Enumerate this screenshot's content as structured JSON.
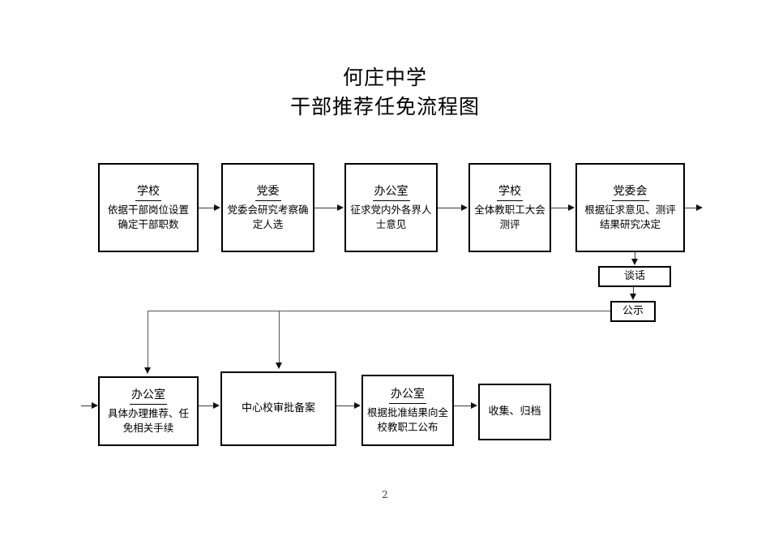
{
  "document": {
    "title_lines": [
      "何庄中学",
      "干部推荐任免流程图"
    ],
    "page_number": "2"
  },
  "flowchart": {
    "type": "flowchart",
    "orientation": "left-to-right, wrapping",
    "line_color": "#3a3a3a",
    "box_border_color": "#000000",
    "background": "#ffffff",
    "nodes": [
      {
        "id": "n1",
        "head": "学校",
        "body": "依据干部岗位设置确定干部职数",
        "row": "top"
      },
      {
        "id": "n2",
        "head": "党委",
        "body": "党委会研究考察确定人选",
        "row": "top"
      },
      {
        "id": "n3",
        "head": "办公室",
        "body": "征求党内外各界人士意见",
        "row": "top"
      },
      {
        "id": "n4",
        "head": "学校",
        "body": "全体教职工大会测评",
        "row": "top"
      },
      {
        "id": "n5",
        "head": "党委会",
        "body": "根据征求意见、测评结果研究决定",
        "row": "top"
      },
      {
        "id": "n6",
        "head": "",
        "body": "谈话",
        "row": "middle"
      },
      {
        "id": "n7",
        "head": "",
        "body": "公示",
        "row": "middle"
      },
      {
        "id": "n8",
        "head": "办公室",
        "body": "具体办理推荐、任免相关手续",
        "row": "bottom"
      },
      {
        "id": "n9",
        "head": "",
        "body": "中心校审批备案",
        "row": "bottom"
      },
      {
        "id": "n10",
        "head": "办公室",
        "body": "根据批准结果向全校教职工公布",
        "row": "bottom"
      },
      {
        "id": "n11",
        "head": "",
        "body": "收集、归档",
        "row": "bottom"
      }
    ],
    "edges": [
      {
        "from": "n1",
        "to": "n2",
        "kind": "arrow-right"
      },
      {
        "from": "n2",
        "to": "n3",
        "kind": "arrow-right"
      },
      {
        "from": "n3",
        "to": "n4",
        "kind": "arrow-right"
      },
      {
        "from": "n4",
        "to": "n5",
        "kind": "arrow-right"
      },
      {
        "from": "n5",
        "to": "",
        "kind": "arrow-right-stub"
      },
      {
        "from": "n5",
        "to": "n6",
        "kind": "arrow-down"
      },
      {
        "from": "n6",
        "to": "n7",
        "kind": "arrow-down"
      },
      {
        "from": "n7",
        "to": "n8",
        "kind": "elbow-left-then-down"
      },
      {
        "from": "n7",
        "to": "n9",
        "kind": "elbow-left-then-down"
      },
      {
        "from": "",
        "to": "n8",
        "kind": "arrow-right-stub-in"
      },
      {
        "from": "n8",
        "to": "n9",
        "kind": "arrow-right"
      },
      {
        "from": "n9",
        "to": "n10",
        "kind": "arrow-right"
      },
      {
        "from": "n10",
        "to": "n11",
        "kind": "arrow-right"
      }
    ]
  }
}
